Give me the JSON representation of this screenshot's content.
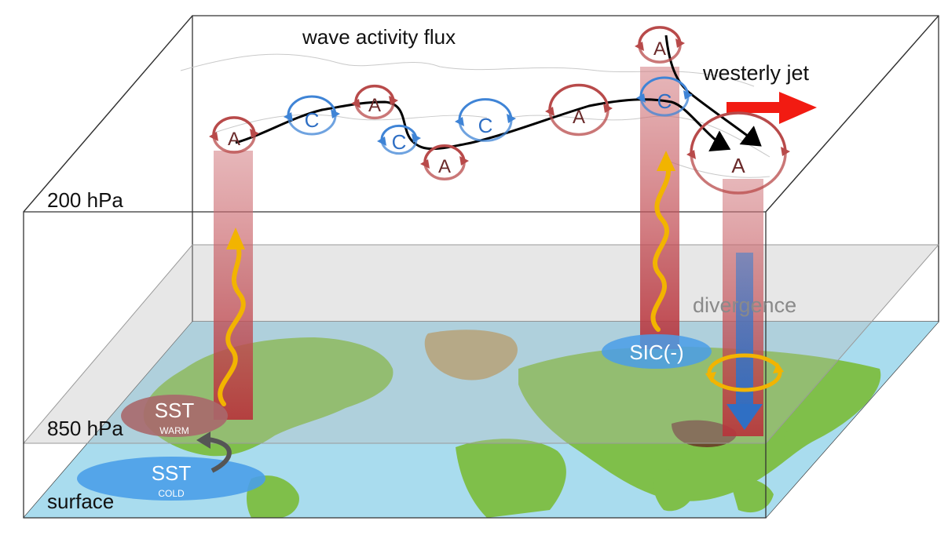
{
  "labels": {
    "top_title": "wave activity flux",
    "jet": "westerly jet",
    "level_200": "200 hPa",
    "level_850": "850 hPa",
    "level_surface": "surface",
    "divergence": "divergence",
    "sic": "SIC(-)",
    "sst_warm": "SST",
    "sst_warm_sub": "WARM",
    "sst_cold": "SST",
    "sst_cold_sub": "COLD"
  },
  "centers": [
    {
      "id": "a1",
      "type": "A"
    },
    {
      "id": "c1",
      "type": "C"
    },
    {
      "id": "a2",
      "type": "A"
    },
    {
      "id": "c2",
      "type": "C"
    },
    {
      "id": "a3",
      "type": "A"
    },
    {
      "id": "c3",
      "type": "C"
    },
    {
      "id": "a4",
      "type": "A"
    },
    {
      "id": "a5",
      "type": "A"
    },
    {
      "id": "c4",
      "type": "C"
    },
    {
      "id": "a6",
      "type": "A"
    }
  ],
  "colors": {
    "anticyclone": "#b84a4a",
    "cyclone": "#3f84d6",
    "wave": "#f2b400",
    "jet_arrow": "#f21b12",
    "column": "#c8555c",
    "divergence_arrow": "#3a7ed0",
    "ocean": "#a9dcee",
    "land": "#7fbf4a",
    "sst_warm": "#a9686b",
    "sst_cold": "#4a9ee8"
  }
}
